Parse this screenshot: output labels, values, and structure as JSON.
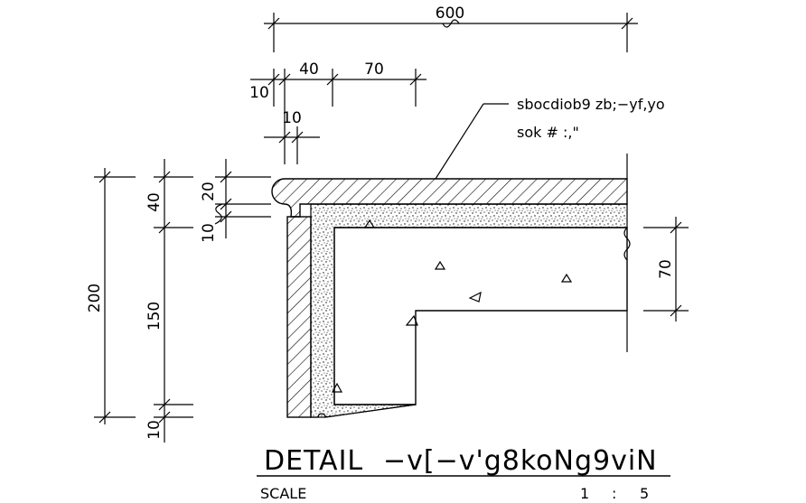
{
  "dimensions": {
    "overall_width": "600",
    "top_40": "40",
    "top_70": "70",
    "top_10a": "10",
    "top_10b": "10",
    "left_200": "200",
    "left_40": "40",
    "left_150": "150",
    "left_10": "10",
    "left_20": "20",
    "left_10b": "10",
    "right_70": "70"
  },
  "callout": {
    "line1": "sbocdiob9 zb;−yf,yo",
    "line2": "sok # :,\""
  },
  "title_block": {
    "title_left": "DETAIL",
    "title_right": "−v[−v'g8koNg9viN",
    "scale_label": "SCALE",
    "scale_a": "1",
    "scale_colon": ":",
    "scale_b": "5"
  },
  "colors": {
    "line": "#000000",
    "background": "#ffffff"
  }
}
